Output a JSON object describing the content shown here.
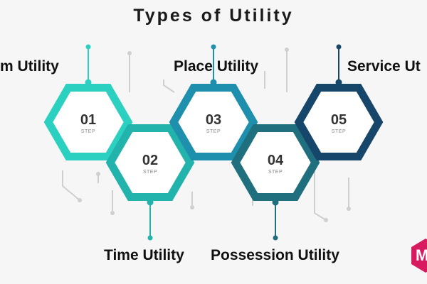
{
  "title": "Types of Utility",
  "step_label": "STEP",
  "steps": [
    {
      "number": "01",
      "label": "m Utility",
      "color": "#2bd0c0"
    },
    {
      "number": "02",
      "label": "Time Utility",
      "color": "#22b3ad"
    },
    {
      "number": "03",
      "label": "Place Utility",
      "color": "#1f8fae"
    },
    {
      "number": "04",
      "label": "Possession Utility",
      "color": "#1f6f7e"
    },
    {
      "number": "05",
      "label": "Service Ut",
      "color": "#16466a"
    }
  ],
  "colors": {
    "background": "#f6f6f6",
    "circuit_lines": "#cfcfcf",
    "number_text": "#333333",
    "step_text": "#888888",
    "brand": "#d81b60"
  },
  "brand_badge_text": "M"
}
